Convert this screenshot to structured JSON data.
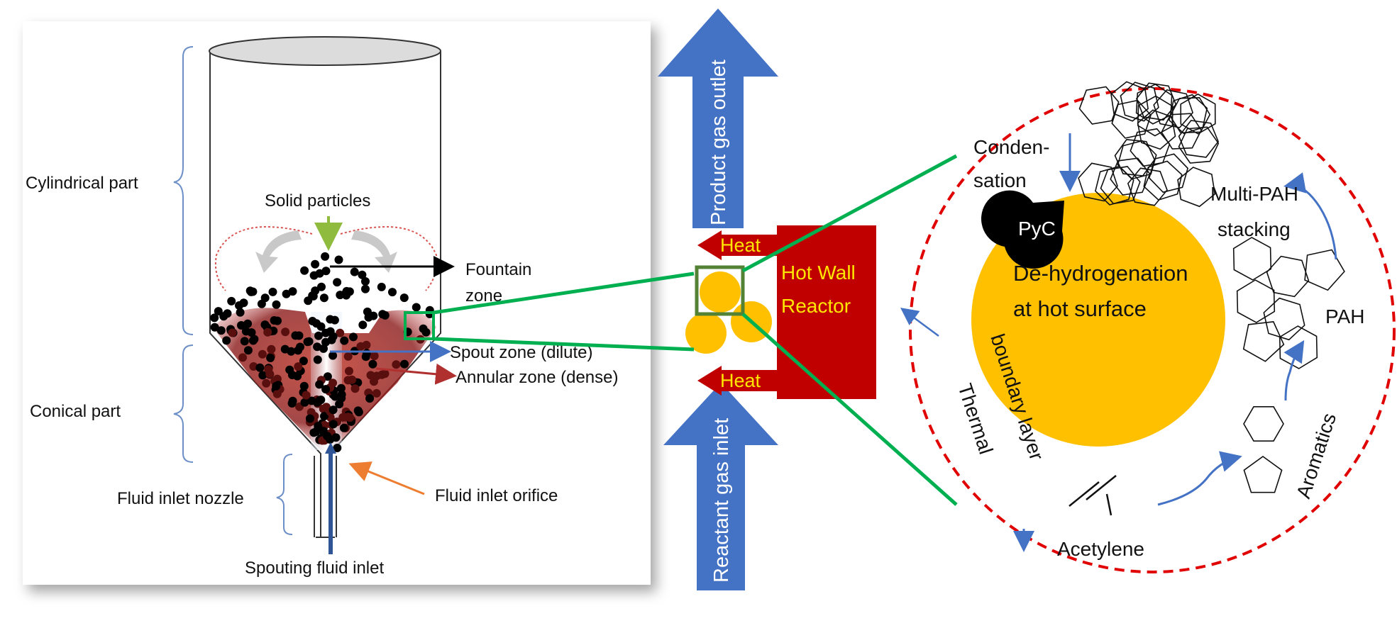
{
  "reactor": {
    "cylindrical_part": "Cylindrical part",
    "conical_part": "Conical part",
    "fluid_inlet_nozzle": "Fluid inlet nozzle",
    "solid_particles": "Solid particles",
    "fountain_line1": "Fountain",
    "fountain_line2": "zone",
    "spout_zone": "Spout zone (dilute)",
    "annular_zone": "Annular zone (dense)",
    "fluid_inlet_orifice": "Fluid inlet orifice",
    "spouting_fluid_inlet": "Spouting  fluid inlet"
  },
  "middle": {
    "product_gas_outlet": "Product gas outlet",
    "reactant_gas_inlet": "Reactant gas inlet",
    "heat_top": "Heat",
    "heat_bottom": "Heat",
    "hot_wall_line1": "Hot Wall",
    "hot_wall_line2": "Reactor"
  },
  "mechanism": {
    "condensation_line1": "Conden-",
    "condensation_line2": "sation",
    "pyc": "PyC",
    "dehydro_line1": "De-hydrogenation",
    "dehydro_line2": "at hot surface",
    "multi_pah_line1": "Multi-PAH",
    "multi_pah_line2": "stacking",
    "pah": "PAH",
    "aromatics": "Aromatics",
    "acetylene": "Acetylene",
    "thermal_line1": "Thermal",
    "thermal_line2": "boundary layer"
  },
  "colors": {
    "blue_arrow": "#4472c4",
    "red_block": "#c00000",
    "yellow_particle": "#ffc000",
    "green_zoom": "#00b050",
    "dashed_circle": "#e00000",
    "label_yellow": "#ffe600",
    "particle_dark": "#000000",
    "annulus_red": "#8b1a1a"
  }
}
